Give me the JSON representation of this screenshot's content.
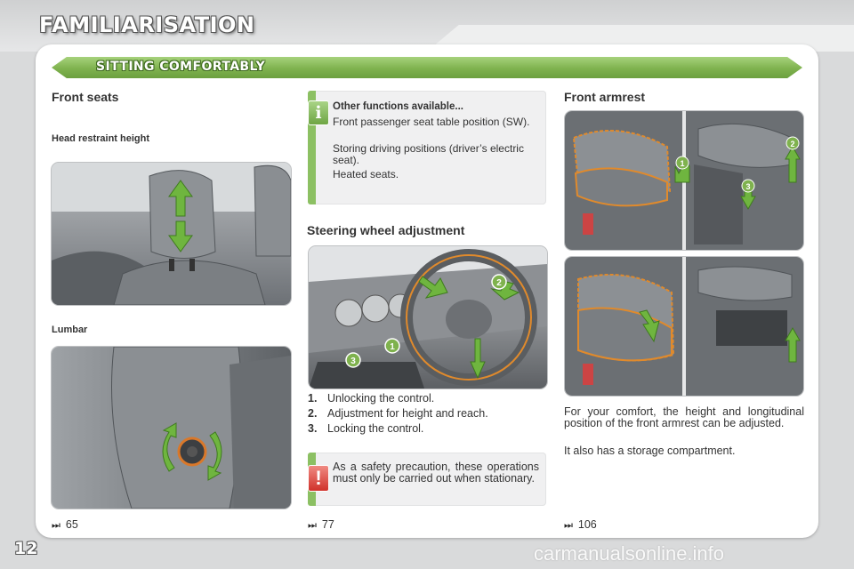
{
  "header": {
    "title": "FAMILIARISATION"
  },
  "section": {
    "title": "SITTING COMFORTABLY"
  },
  "front_seats": {
    "heading": "Front seats",
    "head_restraint_label": "Head restraint height",
    "lumbar_label": "Lumbar",
    "xref": "65"
  },
  "info": {
    "badge": "i",
    "title": "Other functions available...",
    "lines": [
      "Front passenger seat table position (SW).",
      "Storing driving positions (driver’s electric seat).",
      "Heated seats."
    ]
  },
  "steering": {
    "heading": "Steering wheel adjustment",
    "steps": [
      {
        "num": "1.",
        "text": "Unlocking the control."
      },
      {
        "num": "2.",
        "text": "Adjustment for height and reach."
      },
      {
        "num": "3.",
        "text": "Locking the control."
      }
    ],
    "callouts": [
      "1",
      "2",
      "3"
    ],
    "xref": "77"
  },
  "warning": {
    "badge": "!",
    "text": "As a safety precaution, these operations must only be carried out when stationary."
  },
  "armrest": {
    "heading": "Front armrest",
    "description": "For your comfort, the height and longitudinal position of the front armrest can be adjusted.",
    "description2": "It also has a storage compartment.",
    "callouts": [
      "1",
      "2",
      "3"
    ],
    "xref": "106"
  },
  "xref_arrow": "⏭",
  "page_number": "12",
  "watermark": "carmanualsonline.info",
  "colors": {
    "accent_green": "#7fb24e",
    "warning_red": "#d0312a",
    "arrow_green": "#5fa83a",
    "outline_orange": "#e08a2c"
  }
}
